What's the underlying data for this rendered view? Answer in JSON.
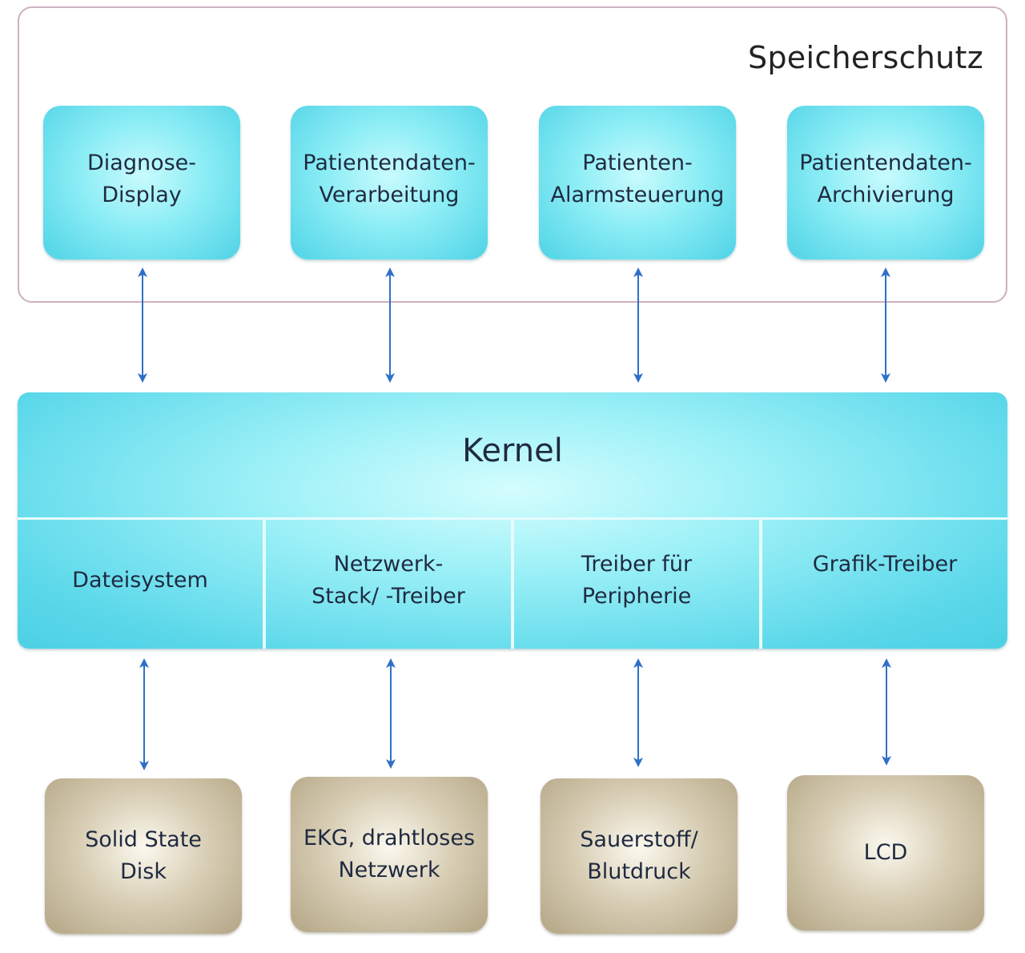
{
  "memory_protection": {
    "label": "Speicherschutz",
    "applications": [
      {
        "label": "Diagnose-\nDisplay"
      },
      {
        "label": "Patientendaten-\nVerarbeitung"
      },
      {
        "label": "Patienten-\nAlarmsteuerung"
      },
      {
        "label": "Patientendaten-\nArchivierung"
      }
    ]
  },
  "kernel": {
    "label": "Kernel",
    "components": [
      {
        "label": "Dateisystem"
      },
      {
        "label": "Netzwerk-\nStack/ -Treiber"
      },
      {
        "label": "Treiber für\nPeripherie"
      },
      {
        "label": "Grafik-Treiber"
      }
    ]
  },
  "hardware": [
    {
      "label": "Solid State\nDisk"
    },
    {
      "label": "EKG, drahtloses\nNetzwerk"
    },
    {
      "label": "Sauerstoff/\nBlutdruck"
    },
    {
      "label": "LCD"
    }
  ],
  "colors": {
    "arrow": "#2f6fc8",
    "application_box": "#6fe2ef",
    "kernel": "#74e3f0",
    "hardware_box": "#cdc2a4",
    "frame_border": "#cdb0c0"
  }
}
